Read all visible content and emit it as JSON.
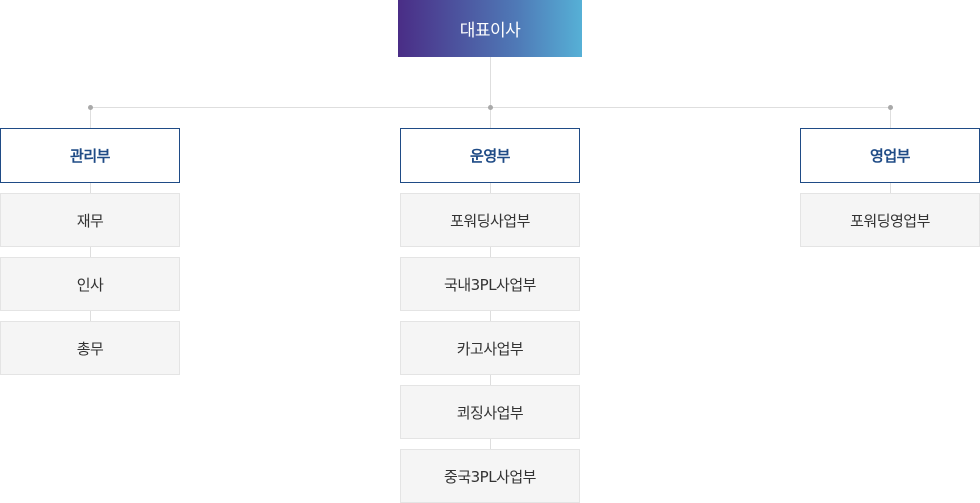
{
  "ceo": {
    "label": "대표이사"
  },
  "departments": [
    {
      "label": "관리부",
      "children": [
        "재무",
        "인사",
        "총무"
      ]
    },
    {
      "label": "운영부",
      "children": [
        "포워딩사업부",
        "국내3PL사업부",
        "카고사업부",
        "쾨징사업부",
        "중국3PL사업부"
      ]
    },
    {
      "label": "영업부",
      "children": [
        "포워딩영업부"
      ]
    }
  ],
  "colors": {
    "dept_border": "#1f4b86",
    "dept_text": "#1f4b86",
    "sub_bg": "#f5f5f5",
    "connector": "#dedede",
    "ceo_gradient_start": "#4a2d86",
    "ceo_gradient_end": "#56b0d6"
  }
}
